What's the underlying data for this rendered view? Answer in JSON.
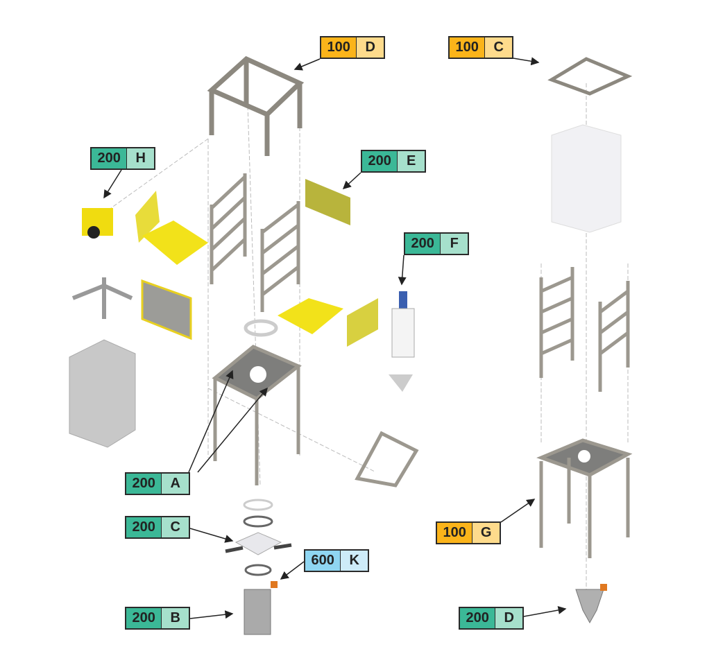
{
  "callouts": [
    {
      "id": "top-frame",
      "number": "100",
      "letter": "D",
      "color": "orange"
    },
    {
      "id": "bag-lifting-frame",
      "number": "100",
      "letter": "C",
      "color": "orange"
    },
    {
      "id": "hoist",
      "number": "200",
      "letter": "H",
      "color": "green"
    },
    {
      "id": "side-panel",
      "number": "200",
      "letter": "E",
      "color": "green"
    },
    {
      "id": "dust-collector",
      "number": "200",
      "letter": "F",
      "color": "green"
    },
    {
      "id": "discharge-table",
      "number": "200",
      "letter": "A",
      "color": "green"
    },
    {
      "id": "spout-plate",
      "number": "200",
      "letter": "C",
      "color": "green"
    },
    {
      "id": "valve",
      "number": "600",
      "letter": "K",
      "color": "blue"
    },
    {
      "id": "base-frame",
      "number": "100",
      "letter": "G",
      "color": "orange"
    },
    {
      "id": "discharge-spout",
      "number": "200",
      "letter": "B",
      "color": "green"
    },
    {
      "id": "outlet-hopper",
      "number": "200",
      "letter": "D",
      "color": "green"
    }
  ],
  "colors": {
    "orange": "#fbb41a",
    "orange_light": "#fedb8c",
    "green": "#3bb897",
    "green_light": "#a6e0cc",
    "blue": "#8fd6f2",
    "blue_light": "#cdebf8",
    "steel": "#a9a59c",
    "panel": "#f2e21a"
  }
}
